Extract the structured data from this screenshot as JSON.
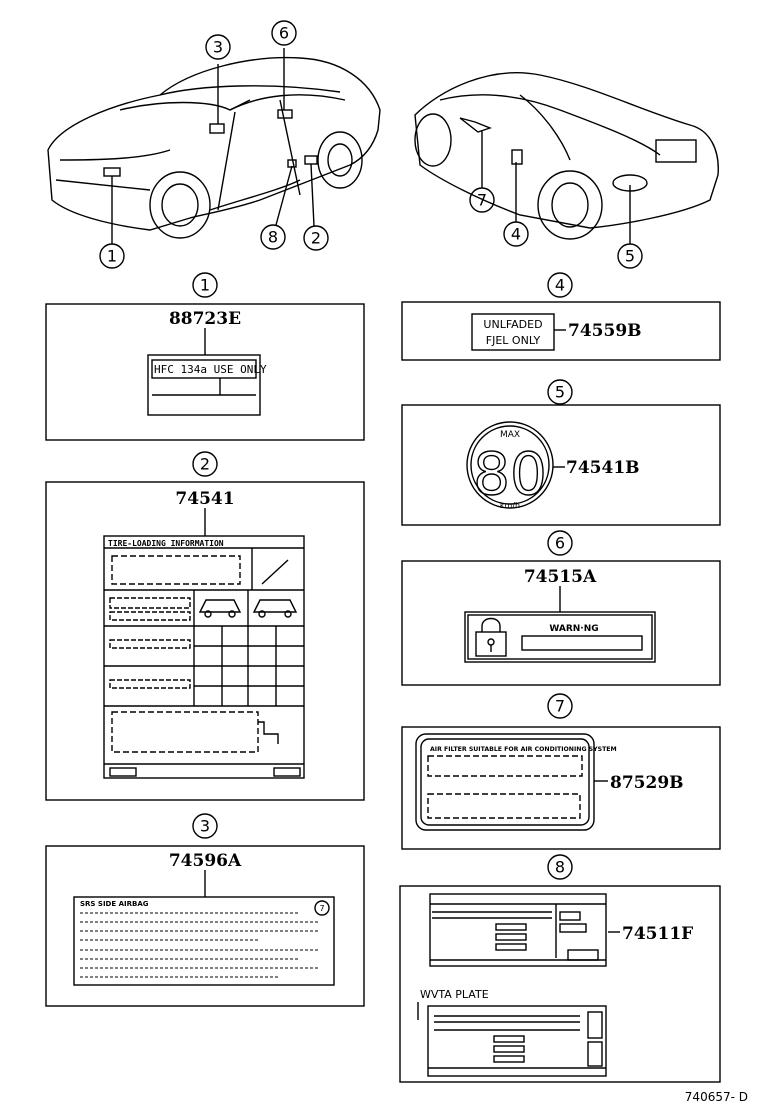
{
  "callouts": {
    "c1": "1",
    "c2": "2",
    "c3": "3",
    "c4": "4",
    "c5": "5",
    "c6": "6",
    "c7": "7",
    "c8": "8"
  },
  "labels": {
    "l1": {
      "part_number": "88723E",
      "text": "HFC 134a USE ONLY"
    },
    "l2": {
      "part_number": "74541",
      "title": "TIRE-LOADING INFORMATION"
    },
    "l3": {
      "part_number": "74596A",
      "heading": "SRS SIDE AIRBAG",
      "corner_mark": "7"
    },
    "l4": {
      "part_number": "74559B",
      "line1": "UNLFADED",
      "line2": "FJEL ONLY"
    },
    "l5": {
      "part_number": "74541B",
      "top": "MAX",
      "value": "80",
      "unit": "km/h"
    },
    "l6": {
      "part_number": "74515A",
      "text": "WARN·NG"
    },
    "l7": {
      "part_number": "87529B",
      "heading": "AIR FILTER SUITABLE FOR AIR CONDITIONING SYSTEM"
    },
    "l8": {
      "part_number": "74511F",
      "plate_title": "WVTA PLATE"
    }
  },
  "footer": {
    "code": "740657- D"
  }
}
